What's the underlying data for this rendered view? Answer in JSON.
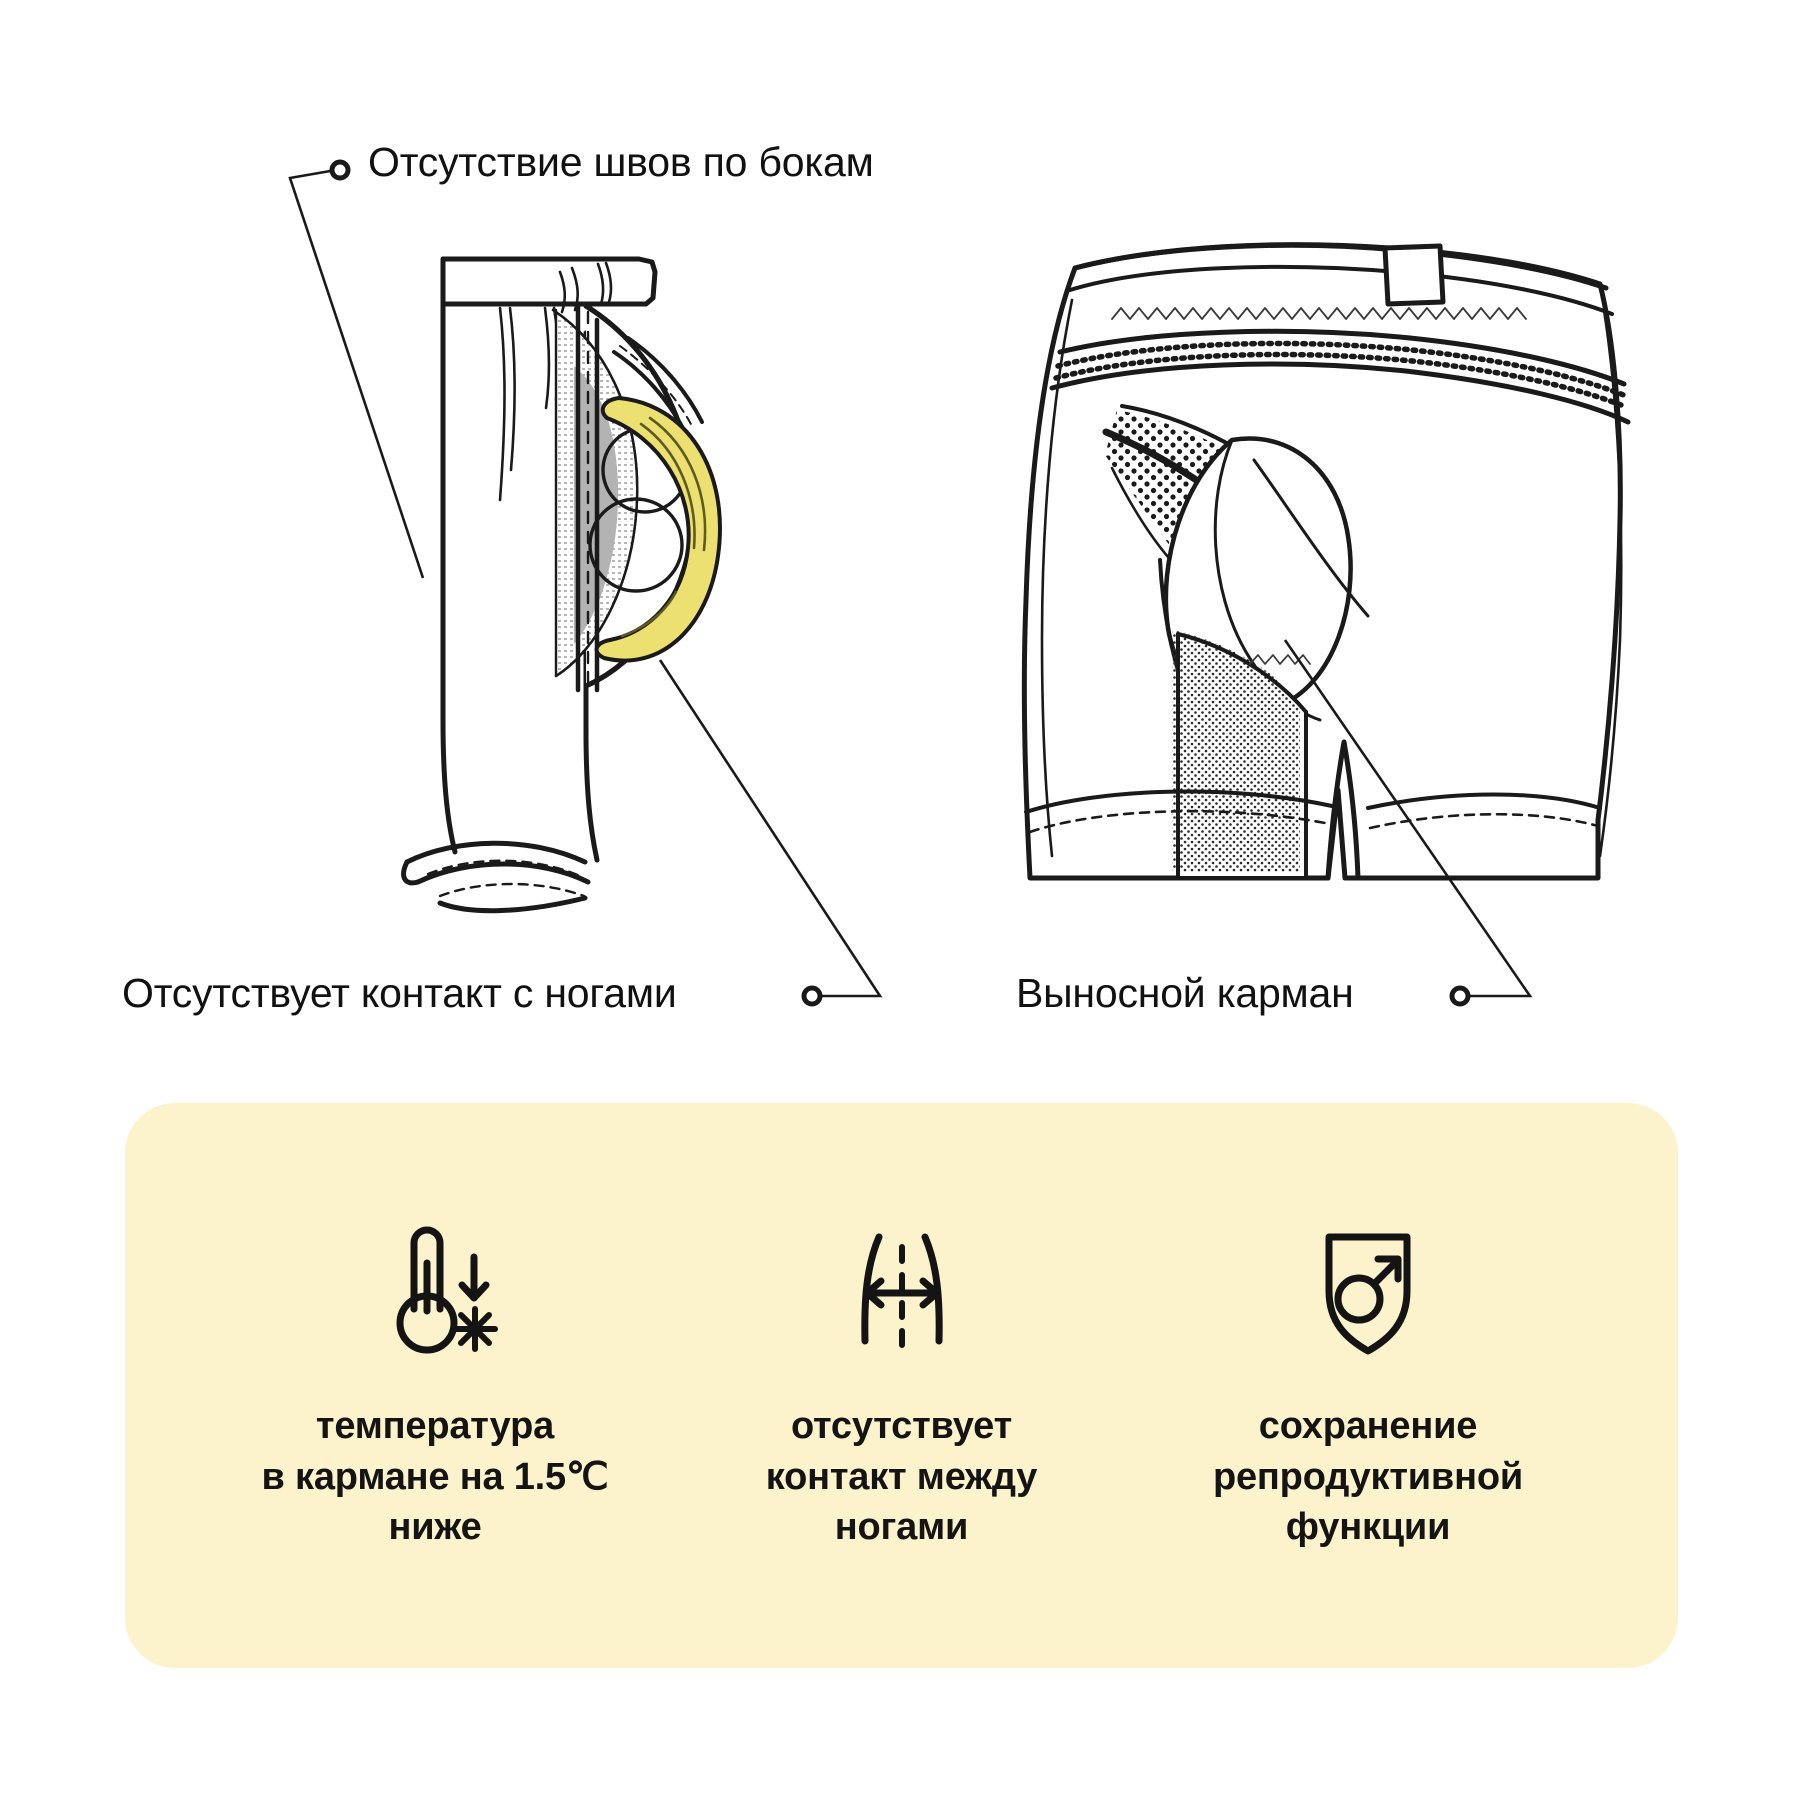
{
  "theme": {
    "background": "#ffffff",
    "panel_background": "#fcf3cd",
    "ink": "#111111",
    "highlight_yellow": "#ece170",
    "mesh_gray": "#b3b3b3"
  },
  "callouts": [
    {
      "id": "seams",
      "label": "Отсутствие швов по бокам"
    },
    {
      "id": "legs",
      "label": "Отсутствует контакт с ногами"
    },
    {
      "id": "pocket",
      "label": "Выносной карман"
    }
  ],
  "illustrations": {
    "left": {
      "name": "side-view-underwear-with-pouch",
      "highlight_color": "#ece170"
    },
    "right": {
      "name": "front-view-boxer-briefs-with-mesh-pocket"
    }
  },
  "benefits": {
    "items": [
      {
        "icon": "thermometer-down-snowflake-icon",
        "lines": [
          "температура",
          "в кармане на 1.5℃",
          "ниже"
        ]
      },
      {
        "icon": "legs-gap-arrows-icon",
        "lines": [
          "отсутствует",
          "контакт между",
          "ногами"
        ]
      },
      {
        "icon": "shield-male-symbol-icon",
        "lines": [
          "сохранение",
          "репродуктивной",
          "функции"
        ]
      }
    ]
  }
}
